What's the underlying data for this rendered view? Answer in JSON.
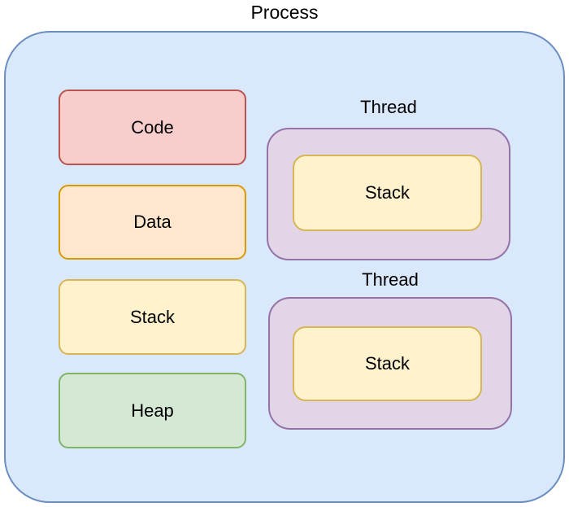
{
  "diagram": {
    "process": {
      "label": "Process",
      "fill": "#dae8fc",
      "stroke": "#6c8ebf",
      "memory_blocks": [
        {
          "label": "Code",
          "fill": "#f8cecc",
          "stroke": "#b85450"
        },
        {
          "label": "Data",
          "fill": "#ffe6cc",
          "stroke": "#d79b00"
        },
        {
          "label": "Stack",
          "fill": "#fff2cc",
          "stroke": "#d6b656"
        },
        {
          "label": "Heap",
          "fill": "#d5e8d4",
          "stroke": "#82b366"
        }
      ],
      "threads": [
        {
          "label": "Thread",
          "fill": "#e1d5e7",
          "stroke": "#9673a6",
          "stack": {
            "label": "Stack",
            "fill": "#fff2cc",
            "stroke": "#d6b656"
          }
        },
        {
          "label": "Thread",
          "fill": "#e1d5e7",
          "stroke": "#9673a6",
          "stack": {
            "label": "Stack",
            "fill": "#fff2cc",
            "stroke": "#d6b656"
          }
        }
      ]
    }
  }
}
